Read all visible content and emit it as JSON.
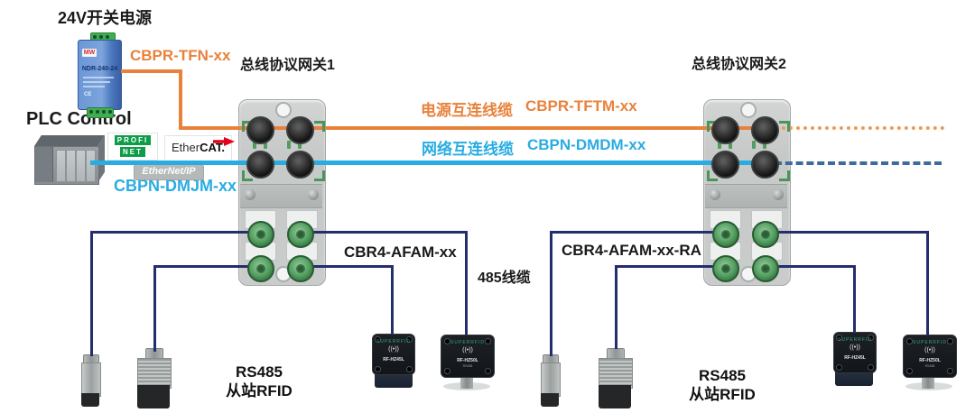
{
  "colors": {
    "orange": "#E8823B",
    "cyan": "#29ACE2",
    "navy": "#242E6E",
    "steel_blue": "#3E6B99"
  },
  "power": {
    "title": "24V开关电源",
    "psu_model": "NDR-240-24",
    "psu_brand": "MW",
    "psu_ce": "CE"
  },
  "plc": {
    "label": "PLC Control"
  },
  "logos": {
    "profinet_row1": "PROFI",
    "profinet_row2": "NET",
    "ethercat_prefix": "Ether",
    "ethercat_suffix": "CAT.",
    "ethernet_ip": "EtherNet/IP"
  },
  "gateways": {
    "gw1_title": "总线协议网关1",
    "gw2_title": "总线协议网关2"
  },
  "cables": {
    "psu_cable": "CBPR-TFN-xx",
    "plc_cable": "CBPN-DMJM-xx",
    "power_link_label": "电源互连线缆",
    "power_link_model": "CBPR-TFTM-xx",
    "net_link_label": "网络互连线缆",
    "net_link_model": "CBPN-DMDM-xx",
    "rfid_cable_left": "CBR4-AFAM-xx",
    "rfid_cable_right": "CBR4-AFAM-xx-RA",
    "rs485_cable": "485线缆"
  },
  "rfid": {
    "caption_line1": "RS485",
    "caption_line2": "从站RFID",
    "reader_brand": "SUPERRFID",
    "reader_wave": "((•))",
    "reader_model_small": "RF-HZ45L",
    "reader_model_large": "RF-HZ50L"
  }
}
